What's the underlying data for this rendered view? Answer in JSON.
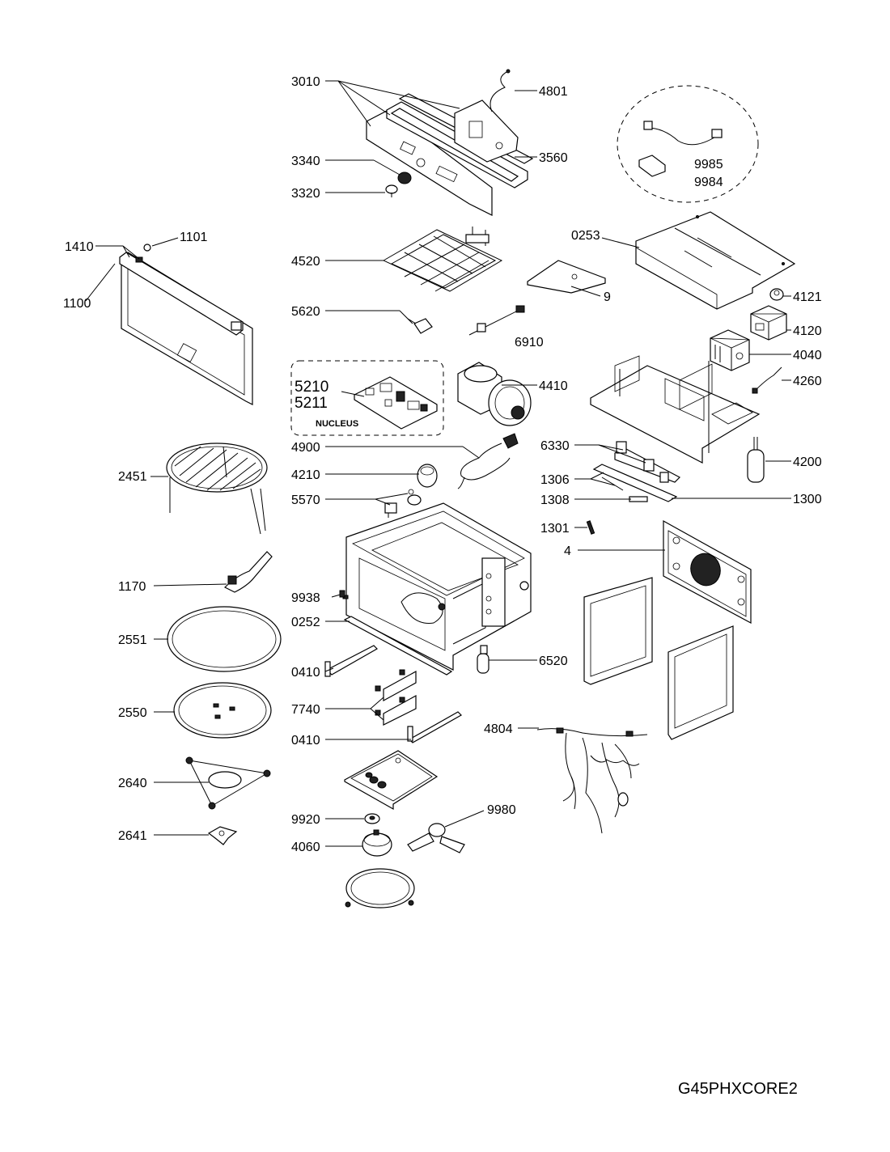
{
  "parts": {
    "p3010": "3010",
    "p4801": "4801",
    "p3560": "3560",
    "p3340": "3340",
    "p3320": "3320",
    "p9985": "9985",
    "p9984": "9984",
    "p1410": "1410",
    "p1101": "1101",
    "p1100": "1100",
    "p4520": "4520",
    "p0253": "0253",
    "p9": "9",
    "p4121": "4121",
    "p5620": "5620",
    "p4120": "4120",
    "p6910": "6910",
    "p4040": "4040",
    "p5210": "5210",
    "p5211": "5211",
    "p4410": "4410",
    "p4260": "4260",
    "p4900": "4900",
    "p6330": "6330",
    "p4200": "4200",
    "p2451": "2451",
    "p4210": "4210",
    "p1306": "1306",
    "p5570": "5570",
    "p1308": "1308",
    "p1300": "1300",
    "p1301": "1301",
    "p4": "4",
    "p1170": "1170",
    "p9938": "9938",
    "p0252": "0252",
    "p2551": "2551",
    "p6520": "6520",
    "p0410a": "0410",
    "p2550": "2550",
    "p7740": "7740",
    "p4804": "4804",
    "p0410b": "0410",
    "p2640": "2640",
    "p9920": "9920",
    "p9980": "9980",
    "p2641": "2641",
    "p4060": "4060"
  },
  "nucleus_label": "NUCLEUS",
  "model_code": "G45PHXCORE2"
}
